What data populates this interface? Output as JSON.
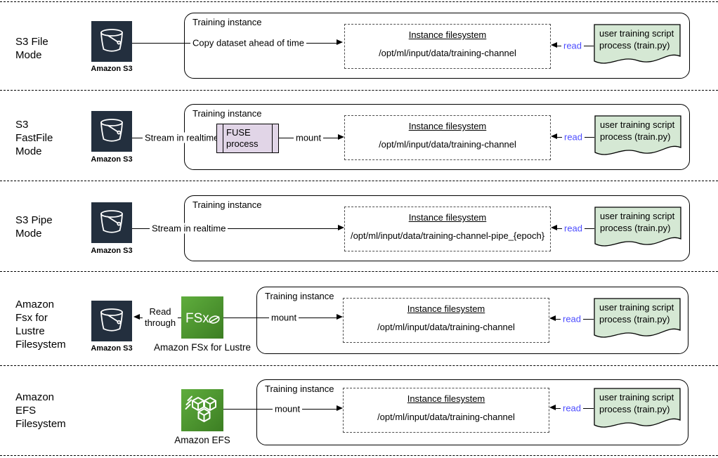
{
  "shared": {
    "training_instance": "Training instance",
    "instance_filesystem": "Instance filesystem",
    "read_label": "read",
    "script_label": "user training script process (train.py)"
  },
  "rows": [
    {
      "title": "S3 File\nMode",
      "s3_caption": "Amazon S3",
      "flow_label": "Copy dataset ahead of time",
      "path": "/opt/ml/input/data/training-channel"
    },
    {
      "title": "S3\nFastFile\nMode",
      "s3_caption": "Amazon S3",
      "flow_label": "Stream in realtime",
      "fuse_label": "FUSE\nprocess",
      "mount_label": "mount",
      "path": "/opt/ml/input/data/training-channel"
    },
    {
      "title": "S3 Pipe\nMode",
      "s3_caption": "Amazon S3",
      "flow_label": "Stream in realtime",
      "path": "/opt/ml/input/data/training-channel-pipe_{epoch}"
    },
    {
      "title": "Amazon\nFsx for\nLustre\nFilesystem",
      "s3_caption": "Amazon S3",
      "fsx_caption": "Amazon FSx for Lustre",
      "read_through_label": "Read\nthrough",
      "mount_label": "mount",
      "path": "/opt/ml/input/data/training-channel"
    },
    {
      "title": "Amazon\nEFS\nFilesystem",
      "efs_caption": "Amazon EFS",
      "mount_label": "mount",
      "path": "/opt/ml/input/data/training-channel"
    }
  ],
  "icons": {
    "s3": "s3-bucket-icon",
    "fsx": "fsx-for-lustre-icon",
    "efs": "efs-icon",
    "script_document": "document-shape-icon"
  },
  "colors": {
    "s3_icon_bg": "#232F3E",
    "icon_green_light": "#5FAD3D",
    "icon_green_dark": "#3C7E23",
    "fuse_fill": "#E1D5E7",
    "doc_fill": "#D5E8D4",
    "read_text": "#4D4DFF"
  }
}
